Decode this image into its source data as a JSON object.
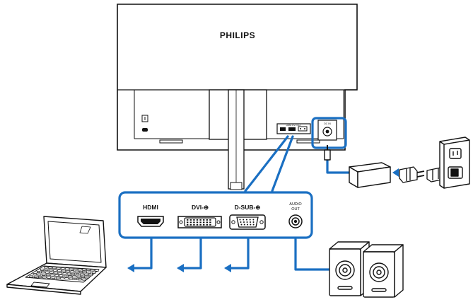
{
  "monitor": {
    "brand": "PHILIPS",
    "rear_ports_caption": "HDMI  DVI  VGA",
    "dc_jack_caption": "DC IN"
  },
  "port_panel": {
    "hdmi_label": "HDMI",
    "dvi_label": "DVI-⊕",
    "dsub_label": "D-SUB-⊕",
    "audio_label_line1": "AUDIO",
    "audio_label_line2": "OUT"
  },
  "colors": {
    "line": "#111111",
    "cable": "#1a6fc2",
    "background": "#ffffff"
  },
  "icons": [
    "monitor-icon",
    "laptop-icon",
    "speakers-icon",
    "power-adapter-icon",
    "wall-outlet-icon",
    "power-plug-icon",
    "arrow-left-icon"
  ]
}
